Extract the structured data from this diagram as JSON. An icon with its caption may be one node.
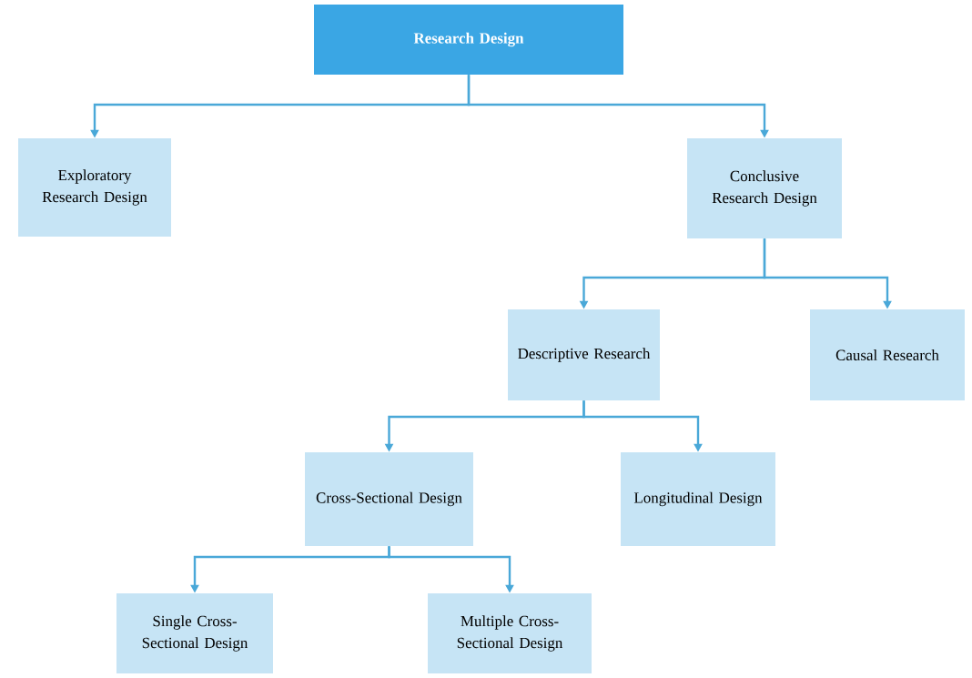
{
  "diagram": {
    "nodes": [
      {
        "text": [
          "Research Design"
        ]
      },
      {
        "text": [
          "Exploratory Research Design"
        ]
      },
      {
        "text": [
          "Conclusive Research Design"
        ]
      },
      {
        "text": [
          "Descriptive Research"
        ]
      },
      {
        "text": [
          "Causal Research"
        ]
      },
      {
        "text": [
          "Cross-Sectional Design"
        ]
      },
      {
        "text": [
          "Longitudinal Design"
        ]
      },
      {
        "text": [
          "Single Cross-Sectional Design"
        ]
      },
      {
        "text": [
          "Multiple Cross-Sectional Design"
        ]
      }
    ],
    "edges": [
      {
        "from": 0,
        "to": 1,
        "arrow": "to"
      },
      {
        "from": 0,
        "to": 2,
        "arrow": "to"
      },
      {
        "from": 2,
        "to": 3,
        "arrow": "to"
      },
      {
        "from": 2,
        "to": 4,
        "arrow": "to"
      },
      {
        "from": 3,
        "to": 5,
        "arrow": "to"
      },
      {
        "from": 3,
        "to": 6,
        "arrow": "to"
      },
      {
        "from": 5,
        "to": 7,
        "arrow": "to"
      },
      {
        "from": 5,
        "to": 8,
        "arrow": "to"
      }
    ]
  }
}
